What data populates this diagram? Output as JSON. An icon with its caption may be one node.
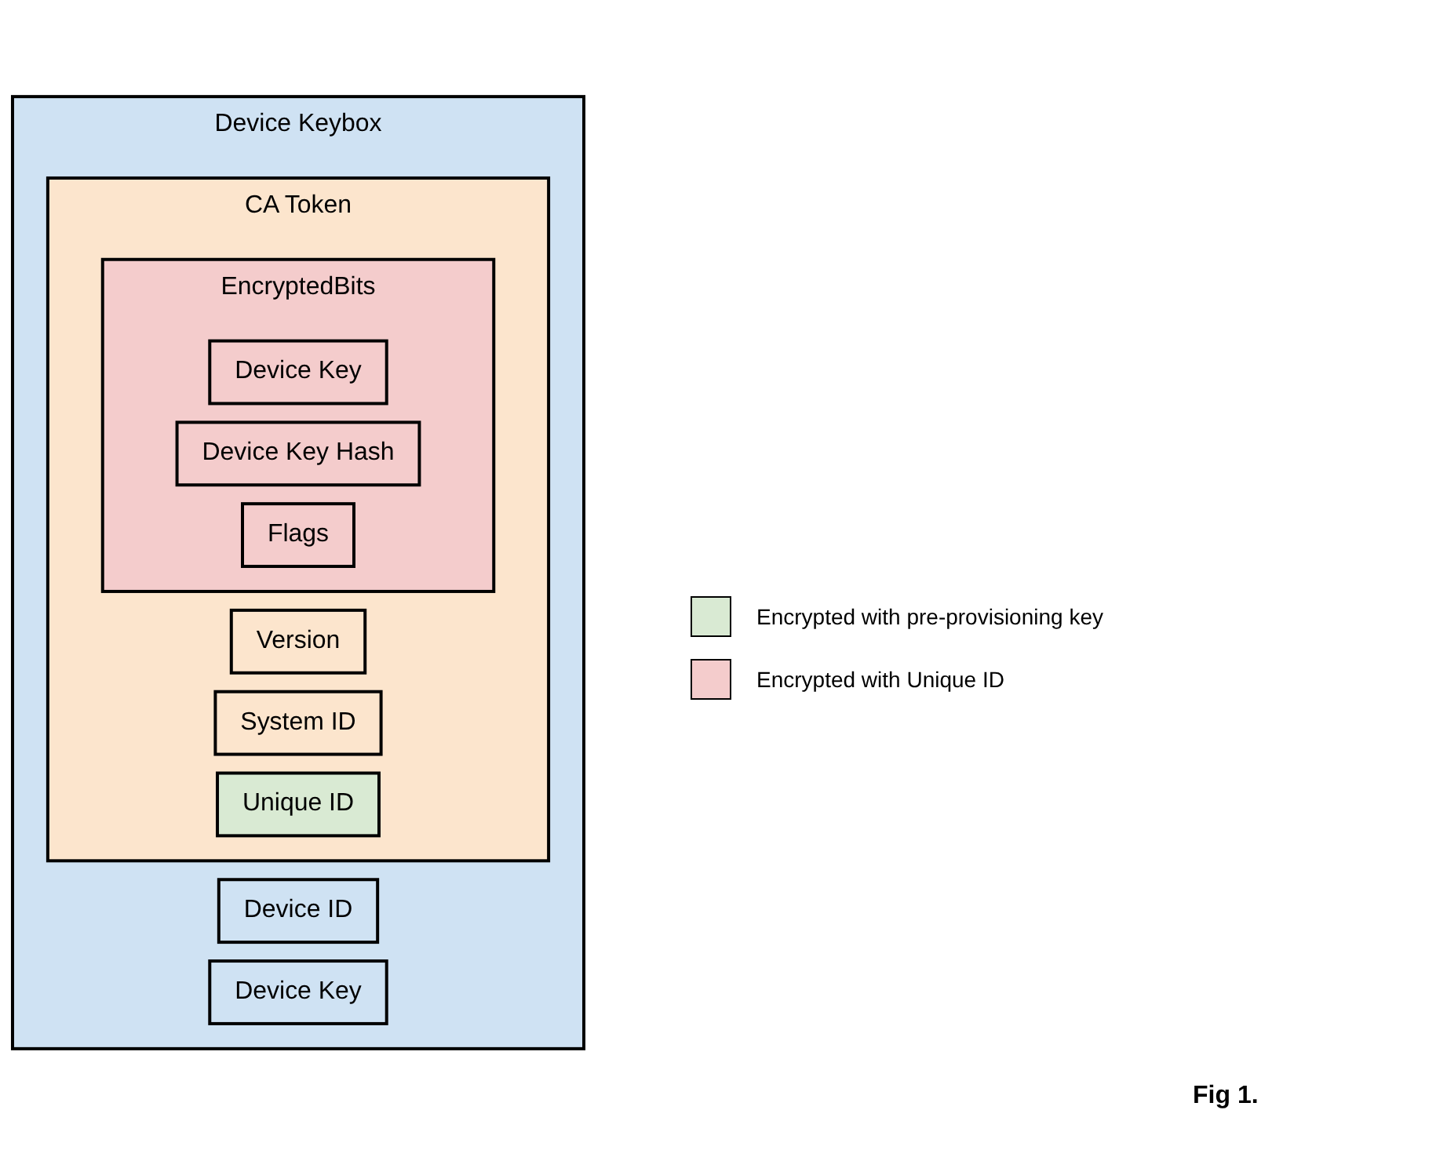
{
  "diagram": {
    "caption": "Fig 1.",
    "nodes": [
      {
        "text": [
          "Device Keybox"
        ]
      },
      {
        "text": [
          "Device ID"
        ],
        "in": 0
      },
      {
        "text": [
          "Device Key"
        ],
        "in": 0
      },
      {
        "text": [
          "CA Token"
        ],
        "in": 0
      },
      {
        "text": [
          "Version"
        ],
        "in": 3
      },
      {
        "text": [
          "System ID"
        ],
        "in": 3
      },
      {
        "text": [
          "Unique ID"
        ],
        "in": 3
      },
      {
        "text": [
          "EncryptedBits"
        ],
        "in": 3
      },
      {
        "text": [
          "Device Key"
        ],
        "in": 7
      },
      {
        "text": [
          "Device Key Hash"
        ],
        "in": 7
      },
      {
        "text": [
          "Flags"
        ],
        "in": 7
      }
    ],
    "legend": [
      {
        "text": "Encrypted with pre-provisioning key",
        "color": "#d9ead3"
      },
      {
        "text": "Encrypted with Unique ID",
        "color": "#f4cccc"
      }
    ]
  }
}
